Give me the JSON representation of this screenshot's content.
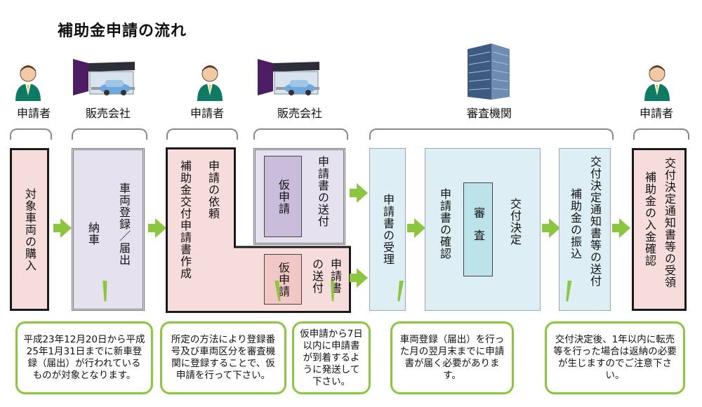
{
  "title": "補助金申請の流れ",
  "actors": {
    "applicant1": "申請者",
    "dealer1": "販売会社",
    "applicant2": "申請者",
    "dealer2": "販売会社",
    "agency": "審査機関",
    "applicant3": "申請者"
  },
  "steps": {
    "purchase": "対象車両の購入",
    "delivery_line1": "納車",
    "delivery_line2": "車両登録／届出",
    "request_line1": "申請の依頼",
    "request_line2": "補助金交付申請書作成",
    "tag_upper": "仮申請",
    "send_upper": "申請書の送付",
    "tag_lower": "仮申請",
    "send_lower_line1": "申請書",
    "send_lower_line2": "の送付",
    "receipt": "申請書の受理",
    "confirm": "申請書の確認",
    "review": "審査",
    "decision": "交付決定",
    "notice_line1": "交付決定通知書等の送付",
    "notice_line2": "補助金の振込",
    "final_line1": "交付決定通知書等の受領",
    "final_line2": "補助金の入金確認"
  },
  "notes": {
    "note1": "平成23年12月20日から平成25年1月31日までに新車登録（届出）が行われているものが対象となります。",
    "note2": "所定の方法により登録番号及び車両区分を審査機関に登録することで、仮申請を行って下さい。",
    "note3": "仮申請から7日以内に申請書が到着するように発送して下さい。",
    "note4": "車両登録（届出）を行った月の翌月末までに申請書が届く必要があります。",
    "note5": "交付決定後、1年以内に転売等を行った場合は返納の必要が生じますのでご注意下さい。"
  },
  "colors": {
    "pink": "#f6dcdb",
    "lavender": "#e6e1ef",
    "lightblue": "#ddeef5",
    "dark_border": "#1a1a1a",
    "green": "#8cc63f",
    "purple_tag": "#c9bddb",
    "teal_tag": "#bde3ea",
    "pink_tag": "#f2c8c6"
  }
}
